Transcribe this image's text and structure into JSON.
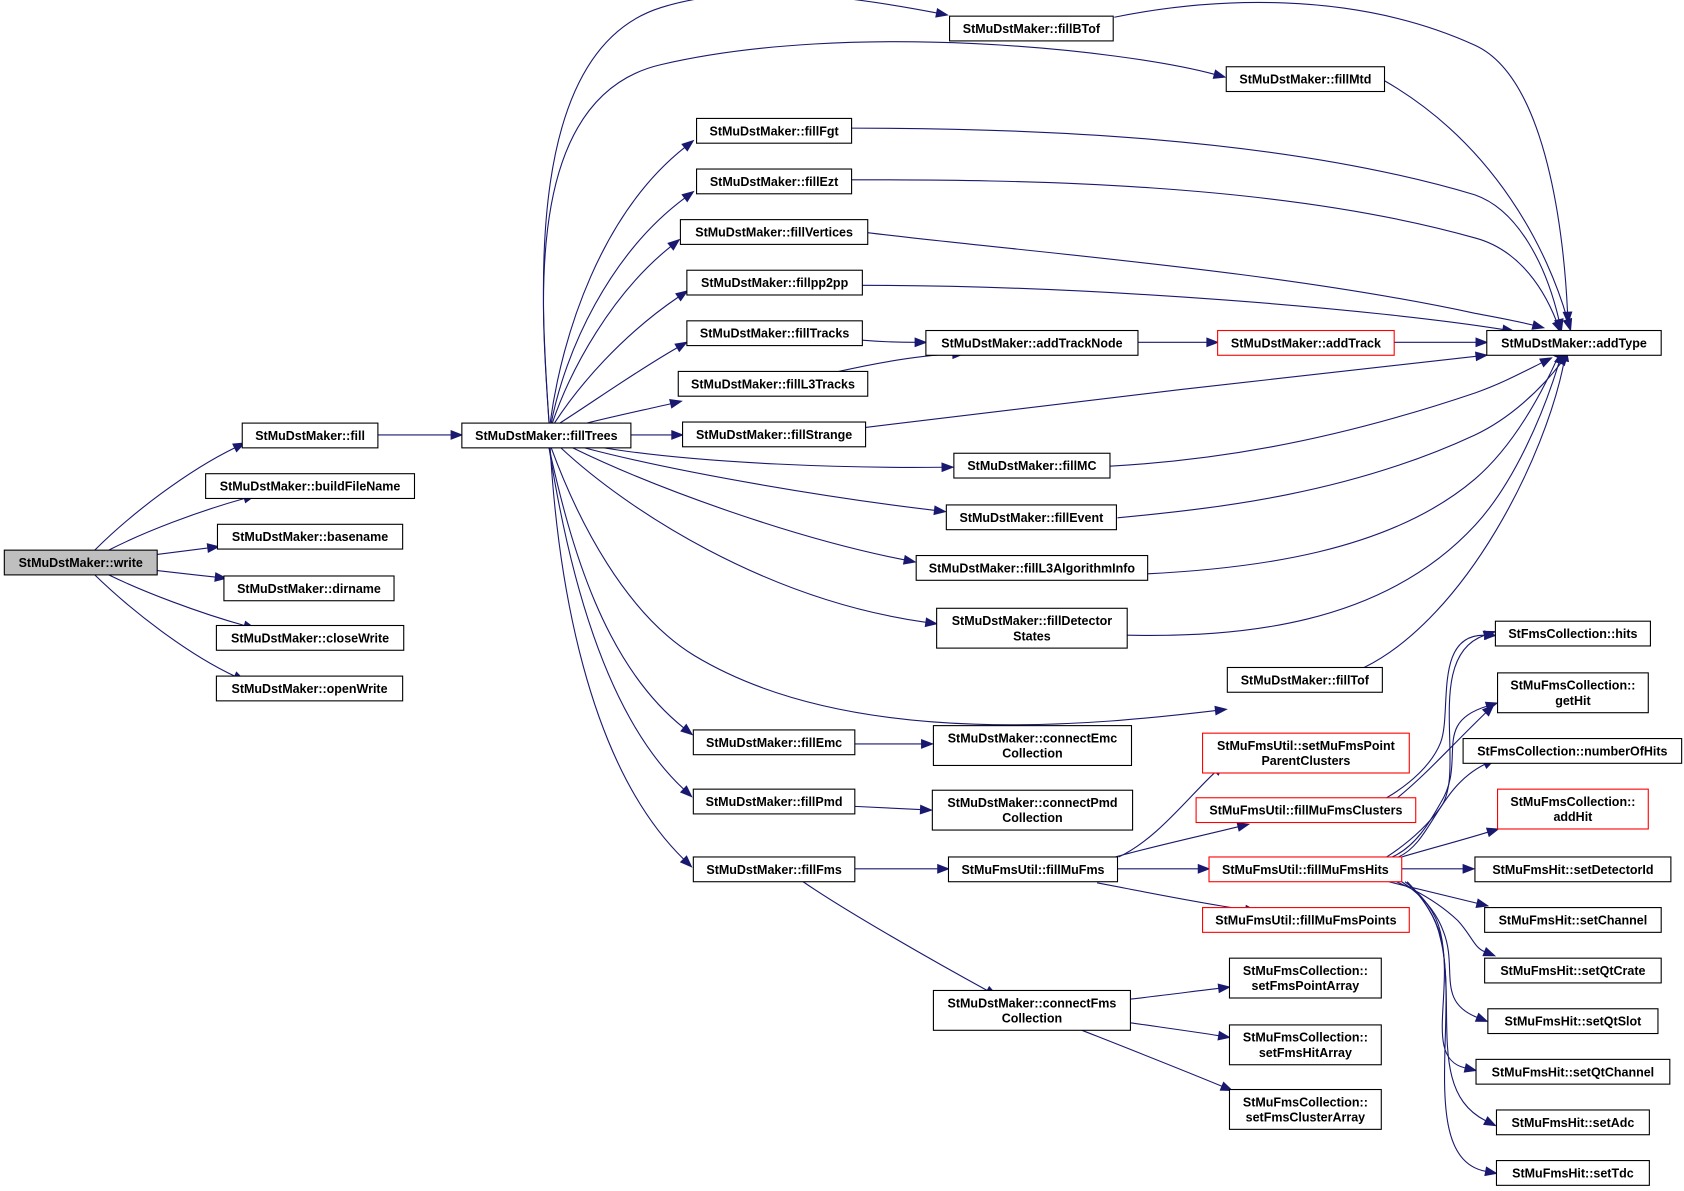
{
  "diagram": {
    "nodes": [
      {
        "id": "write",
        "lines": [
          "StMuDstMaker::write"
        ],
        "style": "root"
      },
      {
        "id": "fill",
        "lines": [
          "StMuDstMaker::fill"
        ],
        "style": "normal"
      },
      {
        "id": "buildFileName",
        "lines": [
          "StMuDstMaker::buildFileName"
        ],
        "style": "normal"
      },
      {
        "id": "basename",
        "lines": [
          "StMuDstMaker::basename"
        ],
        "style": "normal"
      },
      {
        "id": "dirname",
        "lines": [
          "StMuDstMaker::dirname"
        ],
        "style": "normal"
      },
      {
        "id": "closeWrite",
        "lines": [
          "StMuDstMaker::closeWrite"
        ],
        "style": "normal"
      },
      {
        "id": "openWrite",
        "lines": [
          "StMuDstMaker::openWrite"
        ],
        "style": "normal"
      },
      {
        "id": "fillTrees",
        "lines": [
          "StMuDstMaker::fillTrees"
        ],
        "style": "normal"
      },
      {
        "id": "fillBTof",
        "lines": [
          "StMuDstMaker::fillBTof"
        ],
        "style": "normal"
      },
      {
        "id": "fillMtd",
        "lines": [
          "StMuDstMaker::fillMtd"
        ],
        "style": "normal"
      },
      {
        "id": "fillFgt",
        "lines": [
          "StMuDstMaker::fillFgt"
        ],
        "style": "normal"
      },
      {
        "id": "fillEzt",
        "lines": [
          "StMuDstMaker::fillEzt"
        ],
        "style": "normal"
      },
      {
        "id": "fillVertices",
        "lines": [
          "StMuDstMaker::fillVertices"
        ],
        "style": "normal"
      },
      {
        "id": "fillpp2pp",
        "lines": [
          "StMuDstMaker::fillpp2pp"
        ],
        "style": "normal"
      },
      {
        "id": "fillTracks",
        "lines": [
          "StMuDstMaker::fillTracks"
        ],
        "style": "normal"
      },
      {
        "id": "fillL3Tracks",
        "lines": [
          "StMuDstMaker::fillL3Tracks"
        ],
        "style": "normal"
      },
      {
        "id": "fillStrange",
        "lines": [
          "StMuDstMaker::fillStrange"
        ],
        "style": "normal"
      },
      {
        "id": "fillMC",
        "lines": [
          "StMuDstMaker::fillMC"
        ],
        "style": "normal"
      },
      {
        "id": "fillEvent",
        "lines": [
          "StMuDstMaker::fillEvent"
        ],
        "style": "normal"
      },
      {
        "id": "fillL3AlgorithmInfo",
        "lines": [
          "StMuDstMaker::fillL3AlgorithmInfo"
        ],
        "style": "normal"
      },
      {
        "id": "fillDetectorStates",
        "lines": [
          "StMuDstMaker::fillDetector",
          "States"
        ],
        "style": "normal"
      },
      {
        "id": "fillTof",
        "lines": [
          "StMuDstMaker::fillTof"
        ],
        "style": "normal"
      },
      {
        "id": "fillEmc",
        "lines": [
          "StMuDstMaker::fillEmc"
        ],
        "style": "normal"
      },
      {
        "id": "fillPmd",
        "lines": [
          "StMuDstMaker::fillPmd"
        ],
        "style": "normal"
      },
      {
        "id": "fillFms",
        "lines": [
          "StMuDstMaker::fillFms"
        ],
        "style": "normal"
      },
      {
        "id": "addTrackNode",
        "lines": [
          "StMuDstMaker::addTrackNode"
        ],
        "style": "normal"
      },
      {
        "id": "addTrack",
        "lines": [
          "StMuDstMaker::addTrack"
        ],
        "style": "red"
      },
      {
        "id": "addType",
        "lines": [
          "StMuDstMaker::addType"
        ],
        "style": "normal"
      },
      {
        "id": "connectEmc",
        "lines": [
          "StMuDstMaker::connectEmc",
          "Collection"
        ],
        "style": "normal"
      },
      {
        "id": "connectPmd",
        "lines": [
          "StMuDstMaker::connectPmd",
          "Collection"
        ],
        "style": "normal"
      },
      {
        "id": "connectFms",
        "lines": [
          "StMuDstMaker::connectFms",
          "Collection"
        ],
        "style": "normal"
      },
      {
        "id": "fillMuFms",
        "lines": [
          "StMuFmsUtil::fillMuFms"
        ],
        "style": "normal"
      },
      {
        "id": "setMuFmsPointParentClusters",
        "lines": [
          "StMuFmsUtil::setMuFmsPoint",
          "ParentClusters"
        ],
        "style": "red"
      },
      {
        "id": "fillMuFmsClusters",
        "lines": [
          "StMuFmsUtil::fillMuFmsClusters"
        ],
        "style": "red"
      },
      {
        "id": "fillMuFmsHits",
        "lines": [
          "StMuFmsUtil::fillMuFmsHits"
        ],
        "style": "red"
      },
      {
        "id": "fillMuFmsPoints",
        "lines": [
          "StMuFmsUtil::fillMuFmsPoints"
        ],
        "style": "red"
      },
      {
        "id": "hits",
        "lines": [
          "StFmsCollection::hits"
        ],
        "style": "normal"
      },
      {
        "id": "getHit",
        "lines": [
          "StMuFmsCollection::",
          "getHit"
        ],
        "style": "normal"
      },
      {
        "id": "numberOfHits",
        "lines": [
          "StFmsCollection::numberOfHits"
        ],
        "style": "normal"
      },
      {
        "id": "addHit",
        "lines": [
          "StMuFmsCollection::",
          "addHit"
        ],
        "style": "red"
      },
      {
        "id": "setDetectorId",
        "lines": [
          "StMuFmsHit::setDetectorId"
        ],
        "style": "normal"
      },
      {
        "id": "setChannel",
        "lines": [
          "StMuFmsHit::setChannel"
        ],
        "style": "normal"
      },
      {
        "id": "setQtCrate",
        "lines": [
          "StMuFmsHit::setQtCrate"
        ],
        "style": "normal"
      },
      {
        "id": "setQtSlot",
        "lines": [
          "StMuFmsHit::setQtSlot"
        ],
        "style": "normal"
      },
      {
        "id": "setQtChannel",
        "lines": [
          "StMuFmsHit::setQtChannel"
        ],
        "style": "normal"
      },
      {
        "id": "setAdc",
        "lines": [
          "StMuFmsHit::setAdc"
        ],
        "style": "normal"
      },
      {
        "id": "setTdc",
        "lines": [
          "StMuFmsHit::setTdc"
        ],
        "style": "normal"
      },
      {
        "id": "setFmsPointArray",
        "lines": [
          "StMuFmsCollection::",
          "setFmsPointArray"
        ],
        "style": "normal"
      },
      {
        "id": "setFmsHitArray",
        "lines": [
          "StMuFmsCollection::",
          "setFmsHitArray"
        ],
        "style": "normal"
      },
      {
        "id": "setFmsClusterArray",
        "lines": [
          "StMuFmsCollection::",
          "setFmsClusterArray"
        ],
        "style": "normal"
      }
    ],
    "edges": [
      {
        "from": "write",
        "to": "fill"
      },
      {
        "from": "write",
        "to": "buildFileName"
      },
      {
        "from": "write",
        "to": "basename"
      },
      {
        "from": "write",
        "to": "dirname"
      },
      {
        "from": "write",
        "to": "closeWrite"
      },
      {
        "from": "write",
        "to": "openWrite"
      },
      {
        "from": "fill",
        "to": "fillTrees"
      },
      {
        "from": "fillTrees",
        "to": "fillBTof"
      },
      {
        "from": "fillTrees",
        "to": "fillMtd"
      },
      {
        "from": "fillTrees",
        "to": "fillFgt"
      },
      {
        "from": "fillTrees",
        "to": "fillEzt"
      },
      {
        "from": "fillTrees",
        "to": "fillVertices"
      },
      {
        "from": "fillTrees",
        "to": "fillpp2pp"
      },
      {
        "from": "fillTrees",
        "to": "fillTracks"
      },
      {
        "from": "fillTrees",
        "to": "fillL3Tracks"
      },
      {
        "from": "fillTrees",
        "to": "fillStrange"
      },
      {
        "from": "fillTrees",
        "to": "fillMC"
      },
      {
        "from": "fillTrees",
        "to": "fillEvent"
      },
      {
        "from": "fillTrees",
        "to": "fillL3AlgorithmInfo"
      },
      {
        "from": "fillTrees",
        "to": "fillDetectorStates"
      },
      {
        "from": "fillTrees",
        "to": "fillTof"
      },
      {
        "from": "fillTrees",
        "to": "fillEmc"
      },
      {
        "from": "fillTrees",
        "to": "fillPmd"
      },
      {
        "from": "fillTrees",
        "to": "fillFms"
      },
      {
        "from": "fillBTof",
        "to": "addType"
      },
      {
        "from": "fillMtd",
        "to": "addType"
      },
      {
        "from": "fillFgt",
        "to": "addType"
      },
      {
        "from": "fillEzt",
        "to": "addType"
      },
      {
        "from": "fillVertices",
        "to": "addType"
      },
      {
        "from": "fillpp2pp",
        "to": "addType"
      },
      {
        "from": "fillTracks",
        "to": "addTrackNode"
      },
      {
        "from": "fillL3Tracks",
        "to": "addTrackNode"
      },
      {
        "from": "addTrackNode",
        "to": "addTrack"
      },
      {
        "from": "addTrack",
        "to": "addType"
      },
      {
        "from": "fillStrange",
        "to": "addType"
      },
      {
        "from": "fillMC",
        "to": "addType"
      },
      {
        "from": "fillEvent",
        "to": "addType"
      },
      {
        "from": "fillL3AlgorithmInfo",
        "to": "addType"
      },
      {
        "from": "fillDetectorStates",
        "to": "addType"
      },
      {
        "from": "fillTof",
        "to": "addType"
      },
      {
        "from": "fillEmc",
        "to": "connectEmc"
      },
      {
        "from": "fillPmd",
        "to": "connectPmd"
      },
      {
        "from": "fillFms",
        "to": "fillMuFms"
      },
      {
        "from": "fillFms",
        "to": "connectFms"
      },
      {
        "from": "fillMuFms",
        "to": "setMuFmsPointParentClusters"
      },
      {
        "from": "fillMuFms",
        "to": "fillMuFmsClusters"
      },
      {
        "from": "fillMuFms",
        "to": "fillMuFmsHits"
      },
      {
        "from": "fillMuFms",
        "to": "fillMuFmsPoints"
      },
      {
        "from": "fillMuFmsClusters",
        "to": "hits"
      },
      {
        "from": "fillMuFmsClusters",
        "to": "getHit"
      },
      {
        "from": "fillMuFmsHits",
        "to": "hits"
      },
      {
        "from": "fillMuFmsHits",
        "to": "getHit"
      },
      {
        "from": "fillMuFmsHits",
        "to": "numberOfHits"
      },
      {
        "from": "fillMuFmsHits",
        "to": "addHit"
      },
      {
        "from": "fillMuFmsHits",
        "to": "setDetectorId"
      },
      {
        "from": "fillMuFmsHits",
        "to": "setChannel"
      },
      {
        "from": "fillMuFmsHits",
        "to": "setQtCrate"
      },
      {
        "from": "fillMuFmsHits",
        "to": "setQtSlot"
      },
      {
        "from": "fillMuFmsHits",
        "to": "setQtChannel"
      },
      {
        "from": "fillMuFmsHits",
        "to": "setAdc"
      },
      {
        "from": "fillMuFmsHits",
        "to": "setTdc"
      },
      {
        "from": "connectFms",
        "to": "setFmsPointArray"
      },
      {
        "from": "connectFms",
        "to": "setFmsHitArray"
      },
      {
        "from": "connectFms",
        "to": "setFmsClusterArray"
      }
    ],
    "colors": {
      "edge": "#191970",
      "node_border": "#000000",
      "node_border_highlight": "#ff0000",
      "root_fill": "#bfbfbf",
      "node_fill": "#ffffff"
    }
  }
}
